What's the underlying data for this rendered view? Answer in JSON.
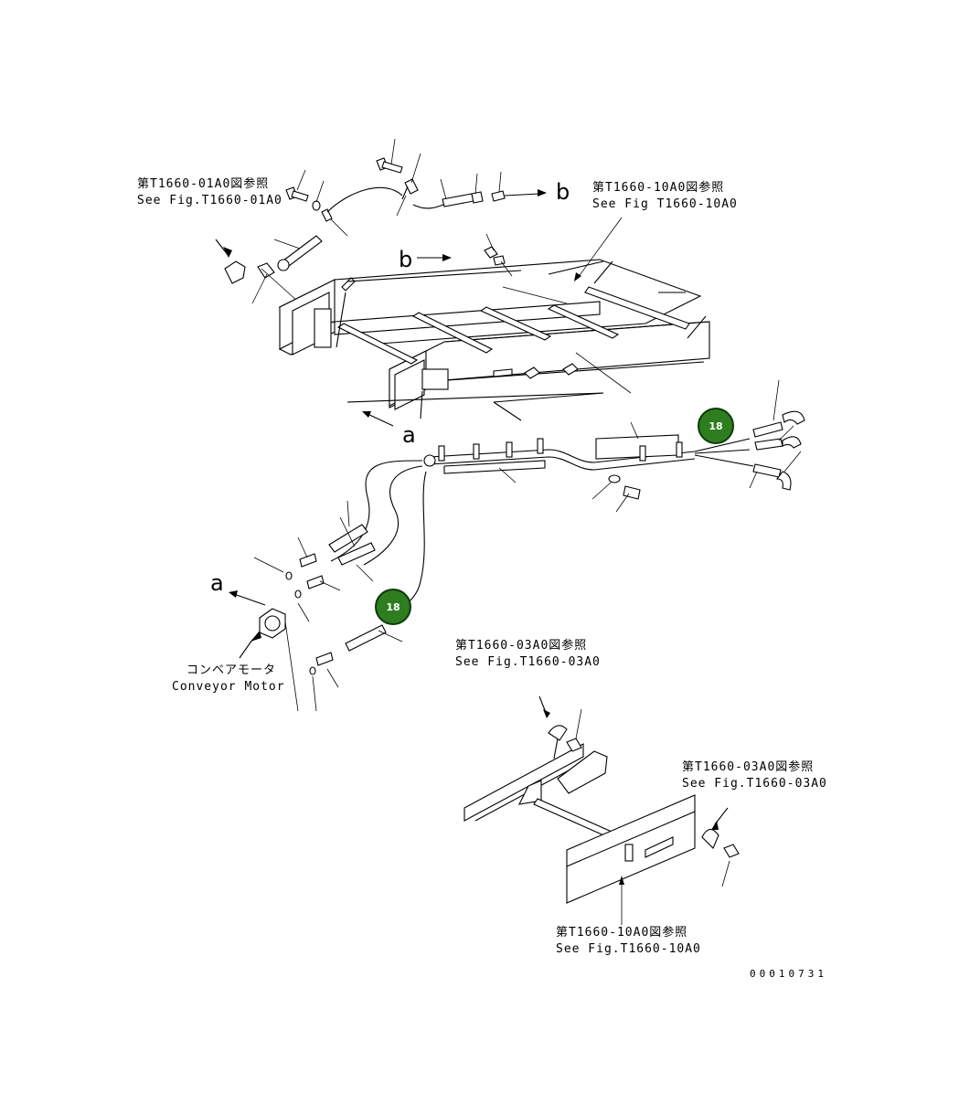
{
  "references": {
    "top_left": {
      "jp": "第T1660-01A0図参照",
      "en": "See Fig.T1660-01A0"
    },
    "top_right": {
      "jp": "第T1660-10A0図参照",
      "en": "See Fig T1660-10A0"
    },
    "mid": {
      "jp": "第T1660-03A0図参照",
      "en": "See Fig.T1660-03A0"
    },
    "right": {
      "jp": "第T1660-03A0図参照",
      "en": "See Fig.T1660-03A0"
    },
    "bottom": {
      "jp": "第T1660-10A0図参照",
      "en": "See Fig.T1660-10A0"
    }
  },
  "conveyor_motor": {
    "jp": "コンベアモータ",
    "en": "Conveyor Motor"
  },
  "view_letters": {
    "a_top": "a",
    "a_left": "a",
    "b_right": "b",
    "b_left": "b"
  },
  "callouts": [
    {
      "number": "18"
    },
    {
      "number": "18"
    }
  ],
  "drawing_number": "00010731",
  "colors": {
    "callout_fill": "#2e7d1f",
    "callout_border": "#0f3a0a",
    "line": "#000000"
  }
}
